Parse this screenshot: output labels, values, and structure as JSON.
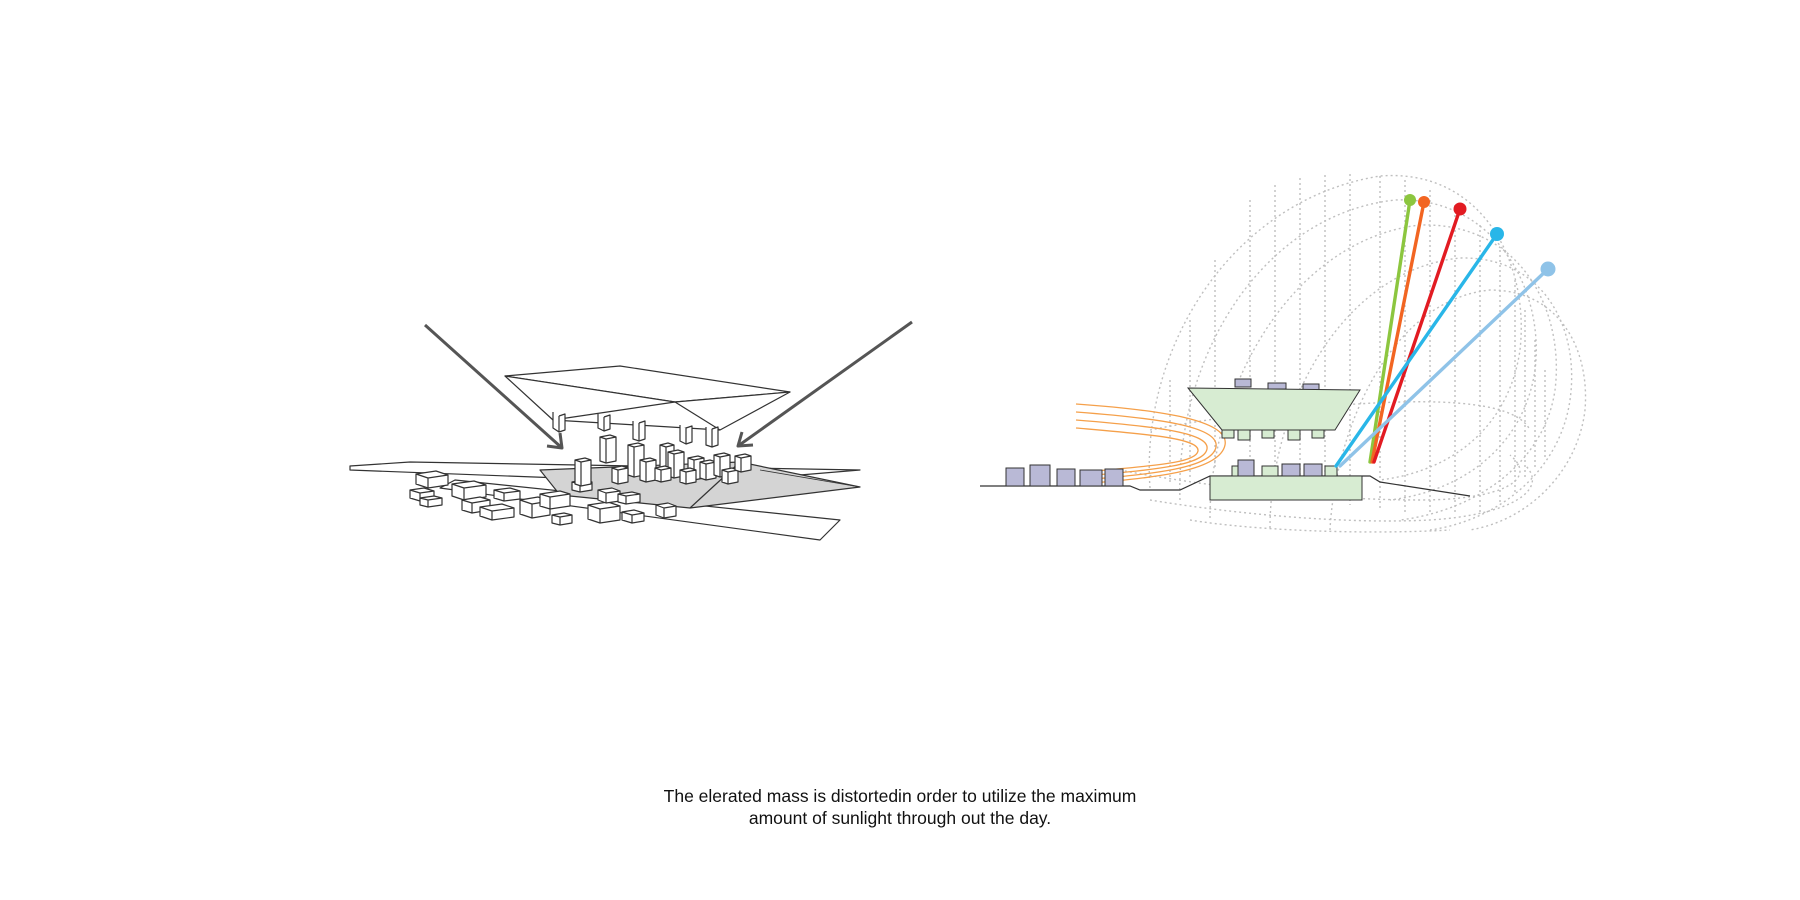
{
  "caption": {
    "line1": "The elerated mass is distortedin order to utilize the maximum",
    "line2": "amount of sunlight through out the day."
  },
  "colors": {
    "background": "#ffffff",
    "linework": "#333333",
    "arrow": "#555555",
    "ground_shadow": "#d4d4d4",
    "mass_fill": "#d7ecd2",
    "context_building_fill": "#b9b9d6",
    "wind_lines": "#f5a04a",
    "sun_path_dotted": "#bfbfbf",
    "sun_rays": [
      "#8cc63f",
      "#f26522",
      "#e21b22",
      "#29b6e8",
      "#8fc3e8"
    ]
  },
  "diagrams": {
    "left": {
      "icon": "massing-compression-diagram"
    },
    "right": {
      "icon": "sun-path-section-diagram"
    }
  }
}
